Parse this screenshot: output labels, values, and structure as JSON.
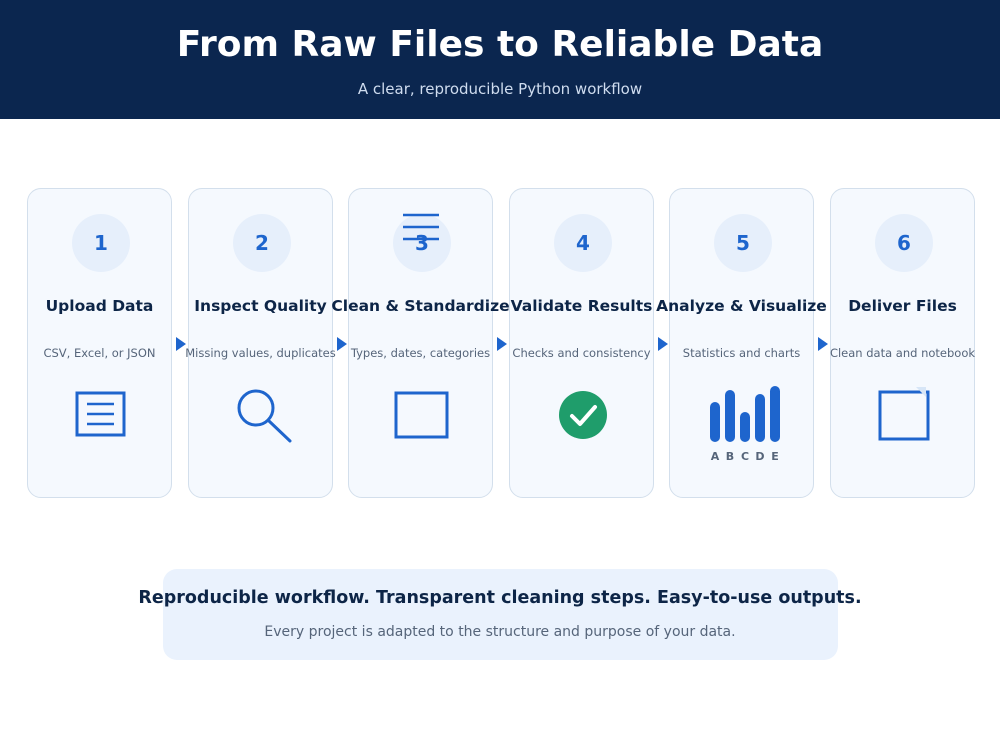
{
  "header": {
    "title": "From Raw Files to Reliable Data",
    "subtitle": "A clear, reproducible Python workflow"
  },
  "steps": [
    {
      "number": "1",
      "title": "Upload Data",
      "description": "CSV, Excel, or JSON",
      "icon": "document-icon"
    },
    {
      "number": "2",
      "title": "Inspect Quality",
      "description": "Missing values, duplicates",
      "icon": "magnifier-icon"
    },
    {
      "number": "3",
      "title": "Clean & Standardize",
      "description": "Types, dates, categories",
      "icon": "clean-icon"
    },
    {
      "number": "4",
      "title": "Validate Results",
      "description": "Checks and consistency",
      "icon": "check-circle-icon"
    },
    {
      "number": "5",
      "title": "Analyze & Visualize",
      "description": "Statistics and charts",
      "icon": "bar-chart-icon"
    },
    {
      "number": "6",
      "title": "Deliver Files",
      "description": "Clean data and notebook",
      "icon": "file-icon"
    }
  ],
  "chart_icon": {
    "categories": [
      "A",
      "B",
      "C",
      "D",
      "E"
    ],
    "values": [
      40,
      52,
      30,
      48,
      56
    ]
  },
  "footer": {
    "title": "Reproducible workflow. Transparent cleaning steps. Easy-to-use outputs.",
    "subtitle": "Every project is adapted to the structure and purpose of your data."
  },
  "colors": {
    "header_bg": "#0b264f",
    "accent": "#1e65cd",
    "success": "#1f9d6b",
    "card_bg": "#f5f9fe"
  }
}
